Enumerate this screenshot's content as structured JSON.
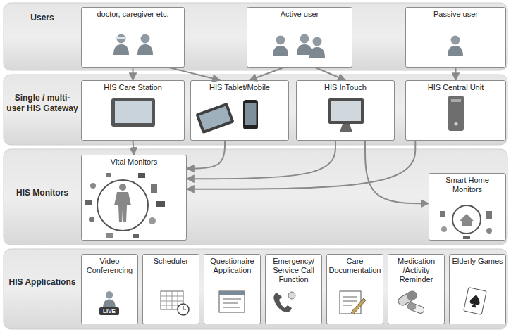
{
  "diagram": {
    "nodes": [
      {
        "text": [
          "Users"
        ]
      },
      {
        "text": [
          "doctor, caregiver etc."
        ],
        "in": 0
      },
      {
        "text": [
          "Active user"
        ],
        "in": 0
      },
      {
        "text": [
          "Passive user"
        ],
        "in": 0
      },
      {
        "text": [
          "Single / multi-user HIS Gateway"
        ]
      },
      {
        "text": [
          "HIS Care Station"
        ],
        "in": 4
      },
      {
        "text": [
          "HIS Tablet/Mobile"
        ],
        "in": 4
      },
      {
        "text": [
          "HIS InTouch"
        ],
        "in": 4
      },
      {
        "text": [
          "HIS Central Unit"
        ],
        "in": 4
      },
      {
        "text": [
          "HIS Monitors"
        ]
      },
      {
        "text": [
          "Vital Monitors"
        ],
        "in": 9
      },
      {
        "text": [
          "Smart Home Monitors"
        ],
        "in": 9
      },
      {
        "text": [
          "HIS Applications"
        ]
      },
      {
        "text": [
          "Video Conferencing"
        ],
        "in": 12
      },
      {
        "text": [
          "Scheduler"
        ],
        "in": 12
      },
      {
        "text": [
          "Questionaire Application"
        ],
        "in": 12
      },
      {
        "text": [
          "Emergency/ Service Call Function"
        ],
        "in": 12
      },
      {
        "text": [
          "Care Documentation"
        ],
        "in": 12
      },
      {
        "text": [
          "Medication /Activity Reminder"
        ],
        "in": 12
      },
      {
        "text": [
          "Elderly Games"
        ],
        "in": 12
      }
    ],
    "edges": [
      {
        "from": 1,
        "to": 5,
        "arrow": "to"
      },
      {
        "from": 1,
        "to": 6,
        "arrow": "to"
      },
      {
        "from": 2,
        "to": 6,
        "arrow": "to"
      },
      {
        "from": 2,
        "to": 7,
        "arrow": "to"
      },
      {
        "from": 3,
        "to": 8,
        "arrow": "to"
      },
      {
        "from": 5,
        "to": 10,
        "arrow": "to"
      },
      {
        "from": 6,
        "to": 10,
        "arrow": "to"
      },
      {
        "from": 7,
        "to": 10,
        "arrow": "to"
      },
      {
        "from": 7,
        "to": 11,
        "arrow": "to"
      },
      {
        "from": 8,
        "to": 10,
        "arrow": "to"
      }
    ],
    "labels": [
      "LIVE"
    ]
  }
}
